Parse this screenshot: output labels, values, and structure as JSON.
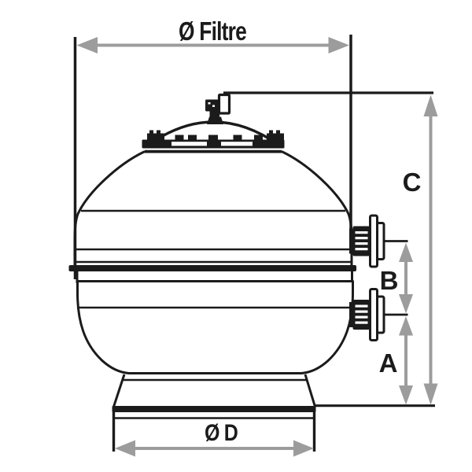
{
  "diagram": {
    "labels": {
      "filter_diameter": "Ø Filtre",
      "dim_c": "C",
      "dim_b": "B",
      "dim_a": "A",
      "base_diameter": "Ø D"
    },
    "colors": {
      "line": "#1b1b1b",
      "arrow": "#9c9c9c",
      "background": "#ffffff"
    }
  }
}
